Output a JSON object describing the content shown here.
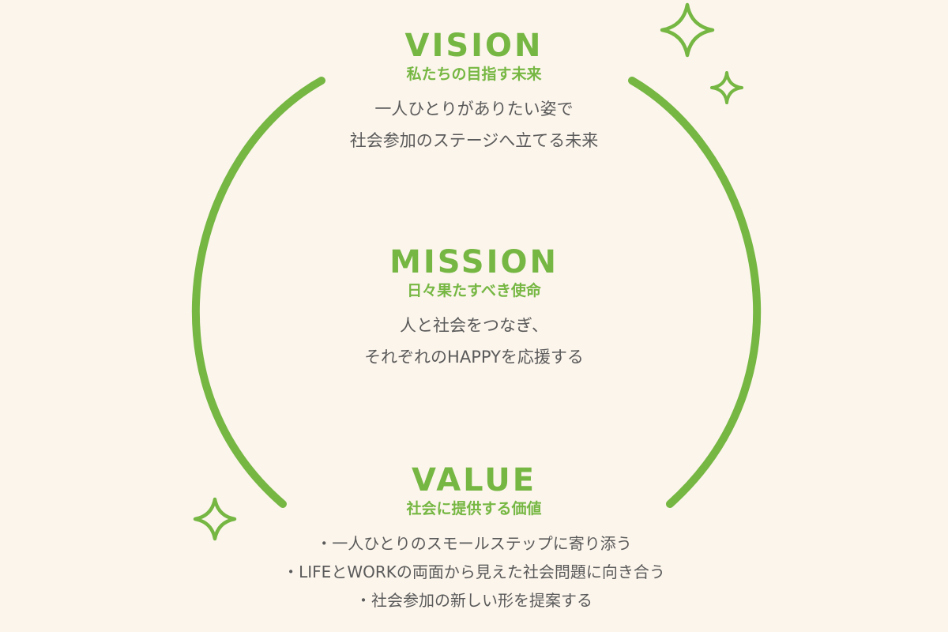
{
  "accent_color": "#76b743",
  "text_color": "#5a5a5a",
  "background_color": "#fcf5ec",
  "vision": {
    "title": "VISION",
    "subtitle": "私たちの目指す未来",
    "lines": [
      "一人ひとりがありたい姿で",
      "社会参加のステージへ立てる未来"
    ]
  },
  "mission": {
    "title": "MISSION",
    "subtitle": "日々果たすべき使命",
    "lines": [
      "人と社会をつなぎ、",
      "それぞれのHAPPYを応援する"
    ]
  },
  "value": {
    "title": "VALUE",
    "subtitle": "社会に提供する価値",
    "lines": [
      "・一人ひとりのスモールステップに寄り添う",
      "・LIFEとWORKの両面から見えた社会問題に向き合う",
      "・社会参加の新しい形を提案する"
    ]
  },
  "decorations": {
    "icons": [
      "sparkle-icon",
      "sparkle-icon",
      "sparkle-icon"
    ]
  }
}
